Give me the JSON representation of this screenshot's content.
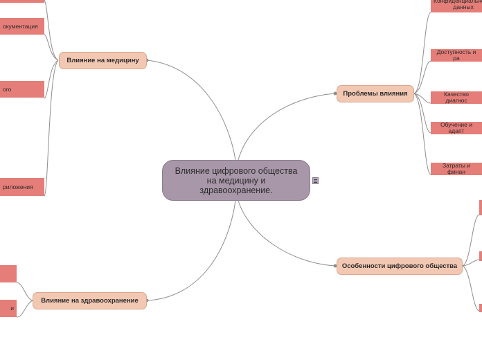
{
  "central": {
    "title": "Влияние цифрового общества на медицину и здравоохранение."
  },
  "branches": {
    "medicine": {
      "label": "Влияние на медицину",
      "leaves": [
        "",
        "окументация",
        "ого",
        "риложения"
      ]
    },
    "healthcare": {
      "label": "Влияние на здравоохранение",
      "leaves": [
        "",
        "и"
      ]
    },
    "problems": {
      "label": "Проблемы влияния",
      "leaves": [
        "Конфиденциальность данных",
        "Доступность и ра",
        "Качество диагнос",
        "Обучение и адапт",
        "Затраты и финан"
      ]
    },
    "features": {
      "label": "Особенности цифрового общества",
      "leaves": [
        "",
        "",
        ""
      ]
    }
  },
  "colors": {
    "central": "#a897a8",
    "branch": "#f2c8b3",
    "leaf": "#e57d78",
    "connector": "#8e8e8e"
  },
  "icons": {
    "notes": "notes-icon"
  }
}
